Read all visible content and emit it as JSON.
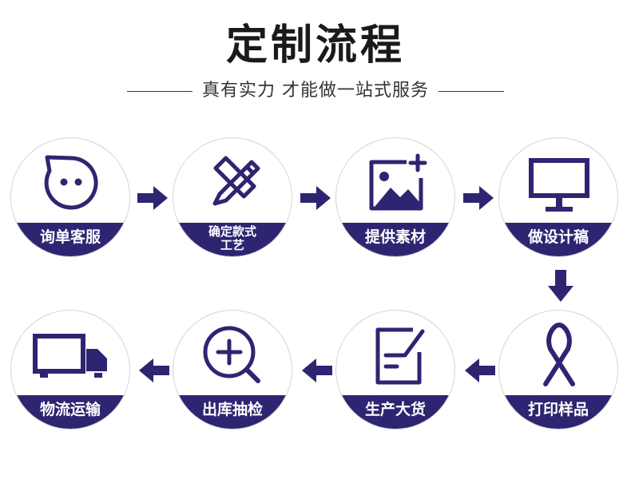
{
  "header": {
    "title": "定制流程",
    "subtitle": "真有实力 才能做一站式服务"
  },
  "colors": {
    "accent": "#2e2572",
    "circle_border": "#d4d4d4"
  },
  "steps": [
    {
      "label": "询单客服",
      "icon": "chat-bubble-icon"
    },
    {
      "label": "确定款式工艺",
      "icon": "pencil-ruler-icon"
    },
    {
      "label": "提供素材",
      "icon": "image-add-icon"
    },
    {
      "label": "做设计稿",
      "icon": "monitor-icon"
    },
    {
      "label": "打印样品",
      "icon": "ribbon-icon"
    },
    {
      "label": "生产大货",
      "icon": "document-edit-icon"
    },
    {
      "label": "出库抽检",
      "icon": "zoom-in-icon"
    },
    {
      "label": "物流运输",
      "icon": "truck-icon"
    }
  ]
}
